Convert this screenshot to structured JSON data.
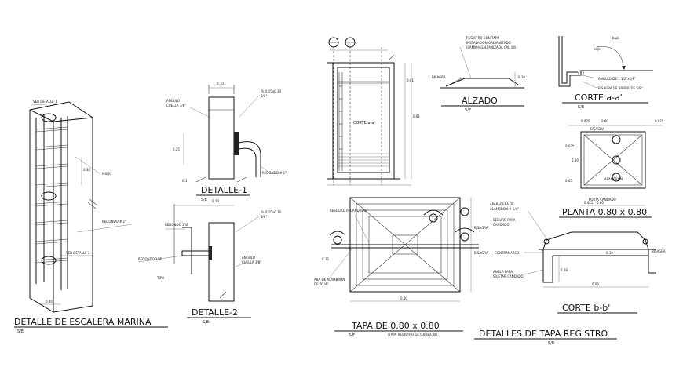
{
  "titles": {
    "escalera": "DETALLE DE ESCALERA MARINA",
    "detalle1": "DETALLE-1",
    "detalle2": "DETALLE-2",
    "alzado": "ALZADO",
    "corte_aa": "CORTE a-a'",
    "planta": "PLANTA 0.80 x 0.80",
    "tapa": "TAPA DE 0.80 x 0.80",
    "corte_bb": "CORTE b-b'",
    "detalles_tapa": "DETALLES DE TAPA REGISTRO"
  },
  "scales": {
    "escalera": "S/E",
    "detalle1": "S/E",
    "detalle2": "S/E",
    "alzado": "S/E",
    "corte_aa": "S/E",
    "tapa": "S/E",
    "detalles_tapa": "S/E"
  },
  "notes": {
    "ver_detalle_1": "VER DETALLE 1",
    "ver_detalle_2": "VER DETALLE 2",
    "muro": "MURO",
    "redondo_1": "REDONDO # 1\"",
    "angulo_d1": "ANGULO",
    "angulo_d1_b": "CUELLA 3/8\"",
    "pl_d1": "PL 0.15x0.10",
    "pl_d1_b": "3/8\"",
    "redondo_d1": "REDONDO # 1\"",
    "redondo_d2a": "REDONDO 1\"Ø",
    "redondo_d2b": "REDONDO 1\"Ø",
    "pl_d2": "PL 0.15x0.10",
    "pl_d2_b": "3/8\"",
    "angulo_d2": "ANGULO",
    "angulo_d2_b": "CUELLA 3/8\"",
    "tipo": "TIPO",
    "registro": "REGISTRO CON TAPA",
    "registro_b": "INSTALACION GALVANIZADO",
    "registro_c": "(LAMINA GALVANIZADA CAL 14)",
    "bisagra": "BISAGRA",
    "corte_a": "CORTE a-a'",
    "angulo_aa": "ANGULO DE 1 1/2\"x1/8\"",
    "bisagra_aa": "BISAGRA DE BARRIL DE 5/8\"",
    "bajo": "bajo",
    "resguro": "RESGURO P/ CANDADO",
    "aba": "ABA DE ALAMBRON",
    "aba_b": "DE Ø1/4\"",
    "bisagra_t1": "BISAGRA",
    "bisagra_t2": "BISAGRA",
    "aparejo": "APARADERA DE",
    "aparejo_b": "ALAMBRON # 1/4\"",
    "seguro": "SEGURO PARA",
    "seguro_b": "CANDADO",
    "contramarco": "CONTRAMARCO",
    "ancla": "ANCLA PARA",
    "ancla_b": "SUJETAR CANDADO",
    "bisagra_bb": "BISAGRA",
    "bisagra_pl": "BISAGRA",
    "tapa_reg": "(TAPA REGISTRO DE 0.80x0.80)",
    "alambre_pl": "ALAMBRON",
    "porta_candado": "PORTA CANDADO"
  },
  "dims": {
    "esc_w": "0.40",
    "esc_h": "0.30",
    "d1_top": "0.10",
    "d1_side": "0.25",
    "d1_b": "0.1",
    "d2_top": "0.10",
    "alz_h": "0.61",
    "alz_w": "0.61",
    "reg_h": "0.10",
    "pl_top": "0.025",
    "pl_w": "0.80",
    "pl_s1": "0.025",
    "pl_s2": "0.05",
    "pl_bot1": "0.025",
    "pl_bot2": "0.80",
    "tapa_w": "0.80",
    "tapa_h": "0.15",
    "bb_h": "0.10",
    "bb_h2": "0.18",
    "bb_w": "0.60"
  }
}
